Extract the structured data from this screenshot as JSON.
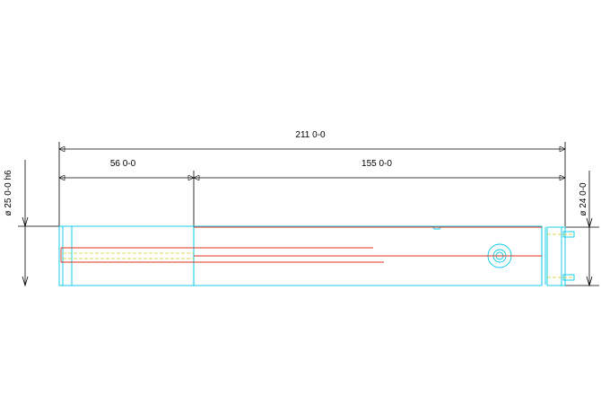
{
  "drawing": {
    "dimensions": {
      "overall_length": "211 0-0",
      "left_length": "56 0-0",
      "right_length": "155 0-0",
      "left_diameter": "ø 25 0-0 h6",
      "right_diameter": "ø 24 0-0"
    },
    "colors": {
      "outline": "#00c8e6",
      "centerline": "#e0301e",
      "hidden": "#d8c81e",
      "dimension": "#000000",
      "background": "#ffffff"
    }
  }
}
